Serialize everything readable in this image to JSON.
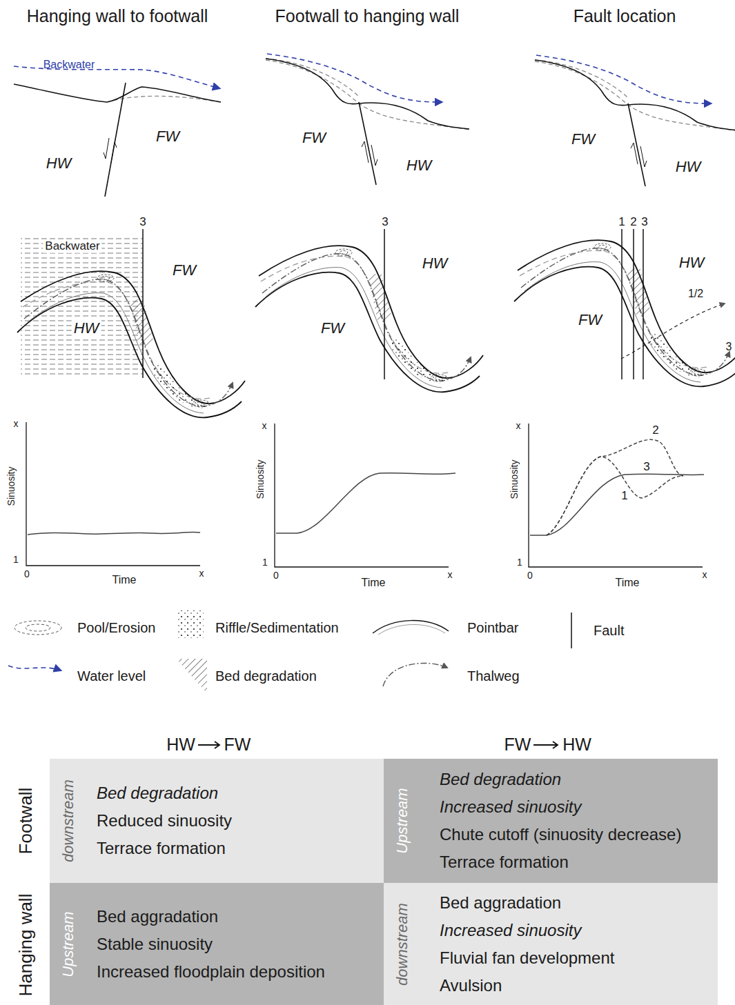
{
  "diagram": {
    "nodes": [
      {
        "text": [
          "downstream",
          "Bed degradation",
          "Reduced sinuosity",
          "Terrace formation"
        ]
      },
      {
        "text": [
          "Upstream",
          "Bed degradation",
          "Increased sinuosity",
          "Chute cutoff (sinuosity decrease)",
          "Terrace formation"
        ]
      },
      {
        "text": [
          "Upstream",
          "Bed aggradation",
          "Stable sinuosity",
          "Increased floodplain deposition"
        ]
      },
      {
        "text": [
          "downstream",
          "Bed aggradation",
          "Increased sinuosity",
          "Fluvial fan development",
          "Avulsion"
        ]
      }
    ],
    "labels": [
      "Hanging wall to footwall",
      "Footwall to hanging wall",
      "Fault location",
      "Backwater",
      "HW",
      "FW",
      "FW",
      "HW",
      "FW",
      "HW",
      "3",
      "Backwater",
      "FW",
      "HW",
      "3",
      "HW",
      "FW",
      "1",
      "2",
      "3",
      "HW",
      "FW",
      "1/2",
      "3",
      "x",
      "Sinuosity",
      "1",
      "0",
      "Time",
      "x",
      "x",
      "Sinuosity",
      "1",
      "0",
      "Time",
      "x",
      "x",
      "Sinuosity",
      "1",
      "0",
      "Time",
      "x",
      "2",
      "3",
      "1",
      "HW",
      "FW",
      "FW",
      "HW",
      "Footwall",
      "Hanging wall"
    ],
    "legend": [
      {
        "text": "Pool/Erosion"
      },
      {
        "text": "Riffle/Sedimentation"
      },
      {
        "text": "Pointbar"
      },
      {
        "text": "Fault"
      },
      {
        "text": "Water level"
      },
      {
        "text": "Bed degradation"
      },
      {
        "text": "Thalweg"
      }
    ]
  }
}
